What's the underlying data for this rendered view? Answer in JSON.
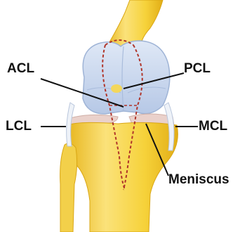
{
  "labels": {
    "acl": "ACL",
    "pcl": "PCL",
    "lcl": "LCL",
    "mcl": "MCL",
    "meniscus": "Meniscus"
  },
  "colors": {
    "bone": "#f6d23a",
    "bone_shadow": "#e3b21b",
    "cartilage": "#c9d8ee",
    "cartilage_edge": "#9fb4d6",
    "ligament_dash": "#b0352a",
    "leader_line": "#111111",
    "meniscus": "#e9c7c0"
  }
}
